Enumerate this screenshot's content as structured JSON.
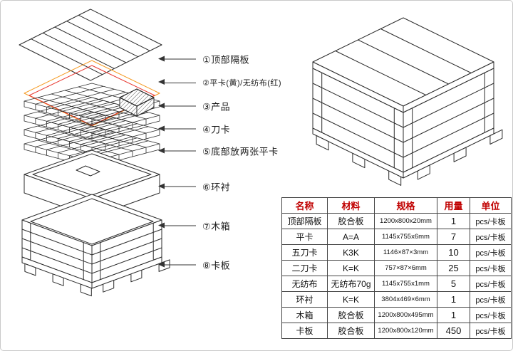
{
  "callouts": [
    {
      "label": "①顶部隔板"
    },
    {
      "label": "②平卡(黄)/无纺布(红)"
    },
    {
      "label": "③产品"
    },
    {
      "label": "④刀卡"
    },
    {
      "label": "⑤底部放两张平卡"
    },
    {
      "label": "⑥环衬"
    },
    {
      "label": "⑦木箱"
    },
    {
      "label": "⑧卡板"
    }
  ],
  "diagram": {
    "flat_card_color": "#f59a23",
    "nonwoven_color": "#e8382f",
    "line_color": "#2b2b2b"
  },
  "table": {
    "header_text_color": "#c00000",
    "headers": [
      "名称",
      "材料",
      "规格",
      "用量",
      "单位"
    ],
    "rows": [
      {
        "name": "顶部隔板",
        "material": "胶合板",
        "spec": "1200x800x20mm",
        "qty": "1",
        "unit": "pcs/卡板"
      },
      {
        "name": "平卡",
        "material": "A=A",
        "spec": "1145x755x6mm",
        "qty": "7",
        "unit": "pcs/卡板"
      },
      {
        "name": "五刀卡",
        "material": "K3K",
        "spec": "1146×87×3mm",
        "qty": "10",
        "unit": "pcs/卡板"
      },
      {
        "name": "二刀卡",
        "material": "K=K",
        "spec": "757×87×6mm",
        "qty": "25",
        "unit": "pcs/卡板"
      },
      {
        "name": "无纺布",
        "material": "无纺布70g",
        "spec": "1145x755x1mm",
        "qty": "5",
        "unit": "pcs/卡板"
      },
      {
        "name": "环衬",
        "material": "K=K",
        "spec": "3804x469×6mm",
        "qty": "1",
        "unit": "pcs/卡板"
      },
      {
        "name": "木箱",
        "material": "胶合板",
        "spec": "1200x800x495mm",
        "qty": "1",
        "unit": "pcs/卡板"
      },
      {
        "name": "卡板",
        "material": "胶合板",
        "spec": "1200x800x120mm",
        "qty": "450",
        "unit": "pcs/卡板"
      }
    ]
  }
}
